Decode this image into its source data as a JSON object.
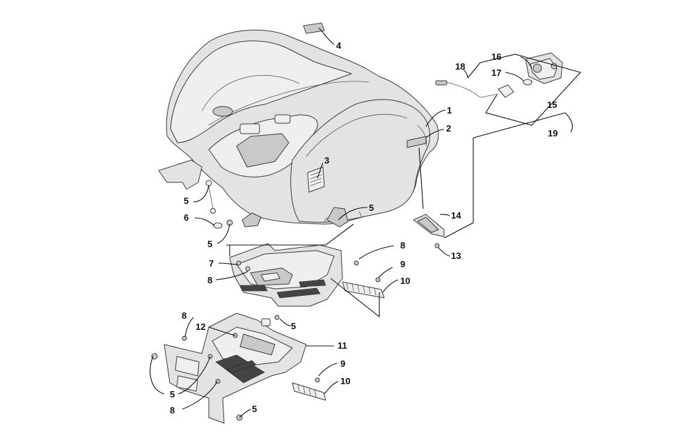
{
  "diagram": {
    "callouts": [
      {
        "id": "c1",
        "label": "1"
      },
      {
        "id": "c2",
        "label": "2"
      },
      {
        "id": "c3",
        "label": "3"
      },
      {
        "id": "c4",
        "label": "4"
      },
      {
        "id": "c5a",
        "label": "5"
      },
      {
        "id": "c5b",
        "label": "5"
      },
      {
        "id": "c5c",
        "label": "5"
      },
      {
        "id": "c5d",
        "label": "5"
      },
      {
        "id": "c5e",
        "label": "5"
      },
      {
        "id": "c5f",
        "label": "5"
      },
      {
        "id": "c6",
        "label": "6"
      },
      {
        "id": "c7",
        "label": "7"
      },
      {
        "id": "c8a",
        "label": "8"
      },
      {
        "id": "c8b",
        "label": "8"
      },
      {
        "id": "c8c",
        "label": "8"
      },
      {
        "id": "c8d",
        "label": "8"
      },
      {
        "id": "c9a",
        "label": "9"
      },
      {
        "id": "c9b",
        "label": "9"
      },
      {
        "id": "c10a",
        "label": "10"
      },
      {
        "id": "c10b",
        "label": "10"
      },
      {
        "id": "c11",
        "label": "11"
      },
      {
        "id": "c12",
        "label": "12"
      },
      {
        "id": "c13",
        "label": "13"
      },
      {
        "id": "c14",
        "label": "14"
      },
      {
        "id": "c15",
        "label": "15"
      },
      {
        "id": "c16",
        "label": "16"
      },
      {
        "id": "c17",
        "label": "17"
      },
      {
        "id": "c18",
        "label": "18"
      },
      {
        "id": "c19",
        "label": "19"
      }
    ]
  }
}
